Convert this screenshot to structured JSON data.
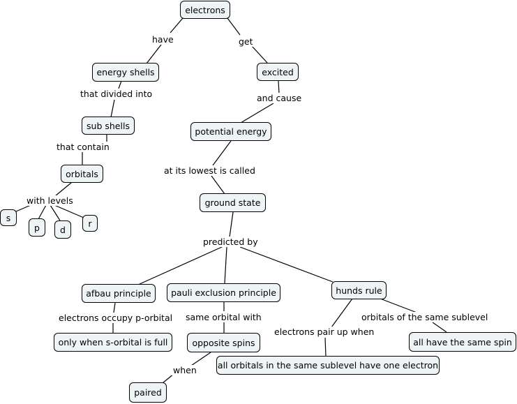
{
  "concept_map": {
    "nodes": {
      "electrons": "electrons",
      "energy_shells": "energy shells",
      "excited": "excited",
      "sub_shells": "sub shells",
      "potential_energy": "potential energy",
      "orbitals": "orbitals",
      "ground_state": "ground state",
      "s": "s",
      "p": "p",
      "d": "d",
      "r": "r",
      "afbau_principle": "afbau principle",
      "pauli_exclusion_principle": "pauli exclusion principle",
      "hunds_rule": "hunds rule",
      "only_when_s_orbital_is_full": "only when s-orbital is full",
      "opposite_spins": "opposite spins",
      "all_have_the_same_spin": "all have the same spin",
      "all_orbitals_one_electron": "all orbitals in the same sublevel have one electron",
      "paired": "paired"
    },
    "links": {
      "have": "have",
      "get": "get",
      "that_divided_into": "that divided into",
      "and_cause": "and cause",
      "that_contain": "that contain",
      "at_its_lowest_is_called": "at its lowest is called",
      "with_levels": "with levels",
      "predicted_by": "predicted by",
      "electrons_occupy_p_orbital": "electrons occupy p-orbital",
      "same_orbital_with": "same orbital with",
      "orbitals_of_the_same_sublevel": "orbitals of the same sublevel",
      "electrons_pair_up_when": "electrons pair up when",
      "when": "when"
    }
  },
  "colors": {
    "node_fill": "#eef3f6",
    "node_border": "#000000",
    "line": "#000000",
    "background": "#ffffff"
  }
}
